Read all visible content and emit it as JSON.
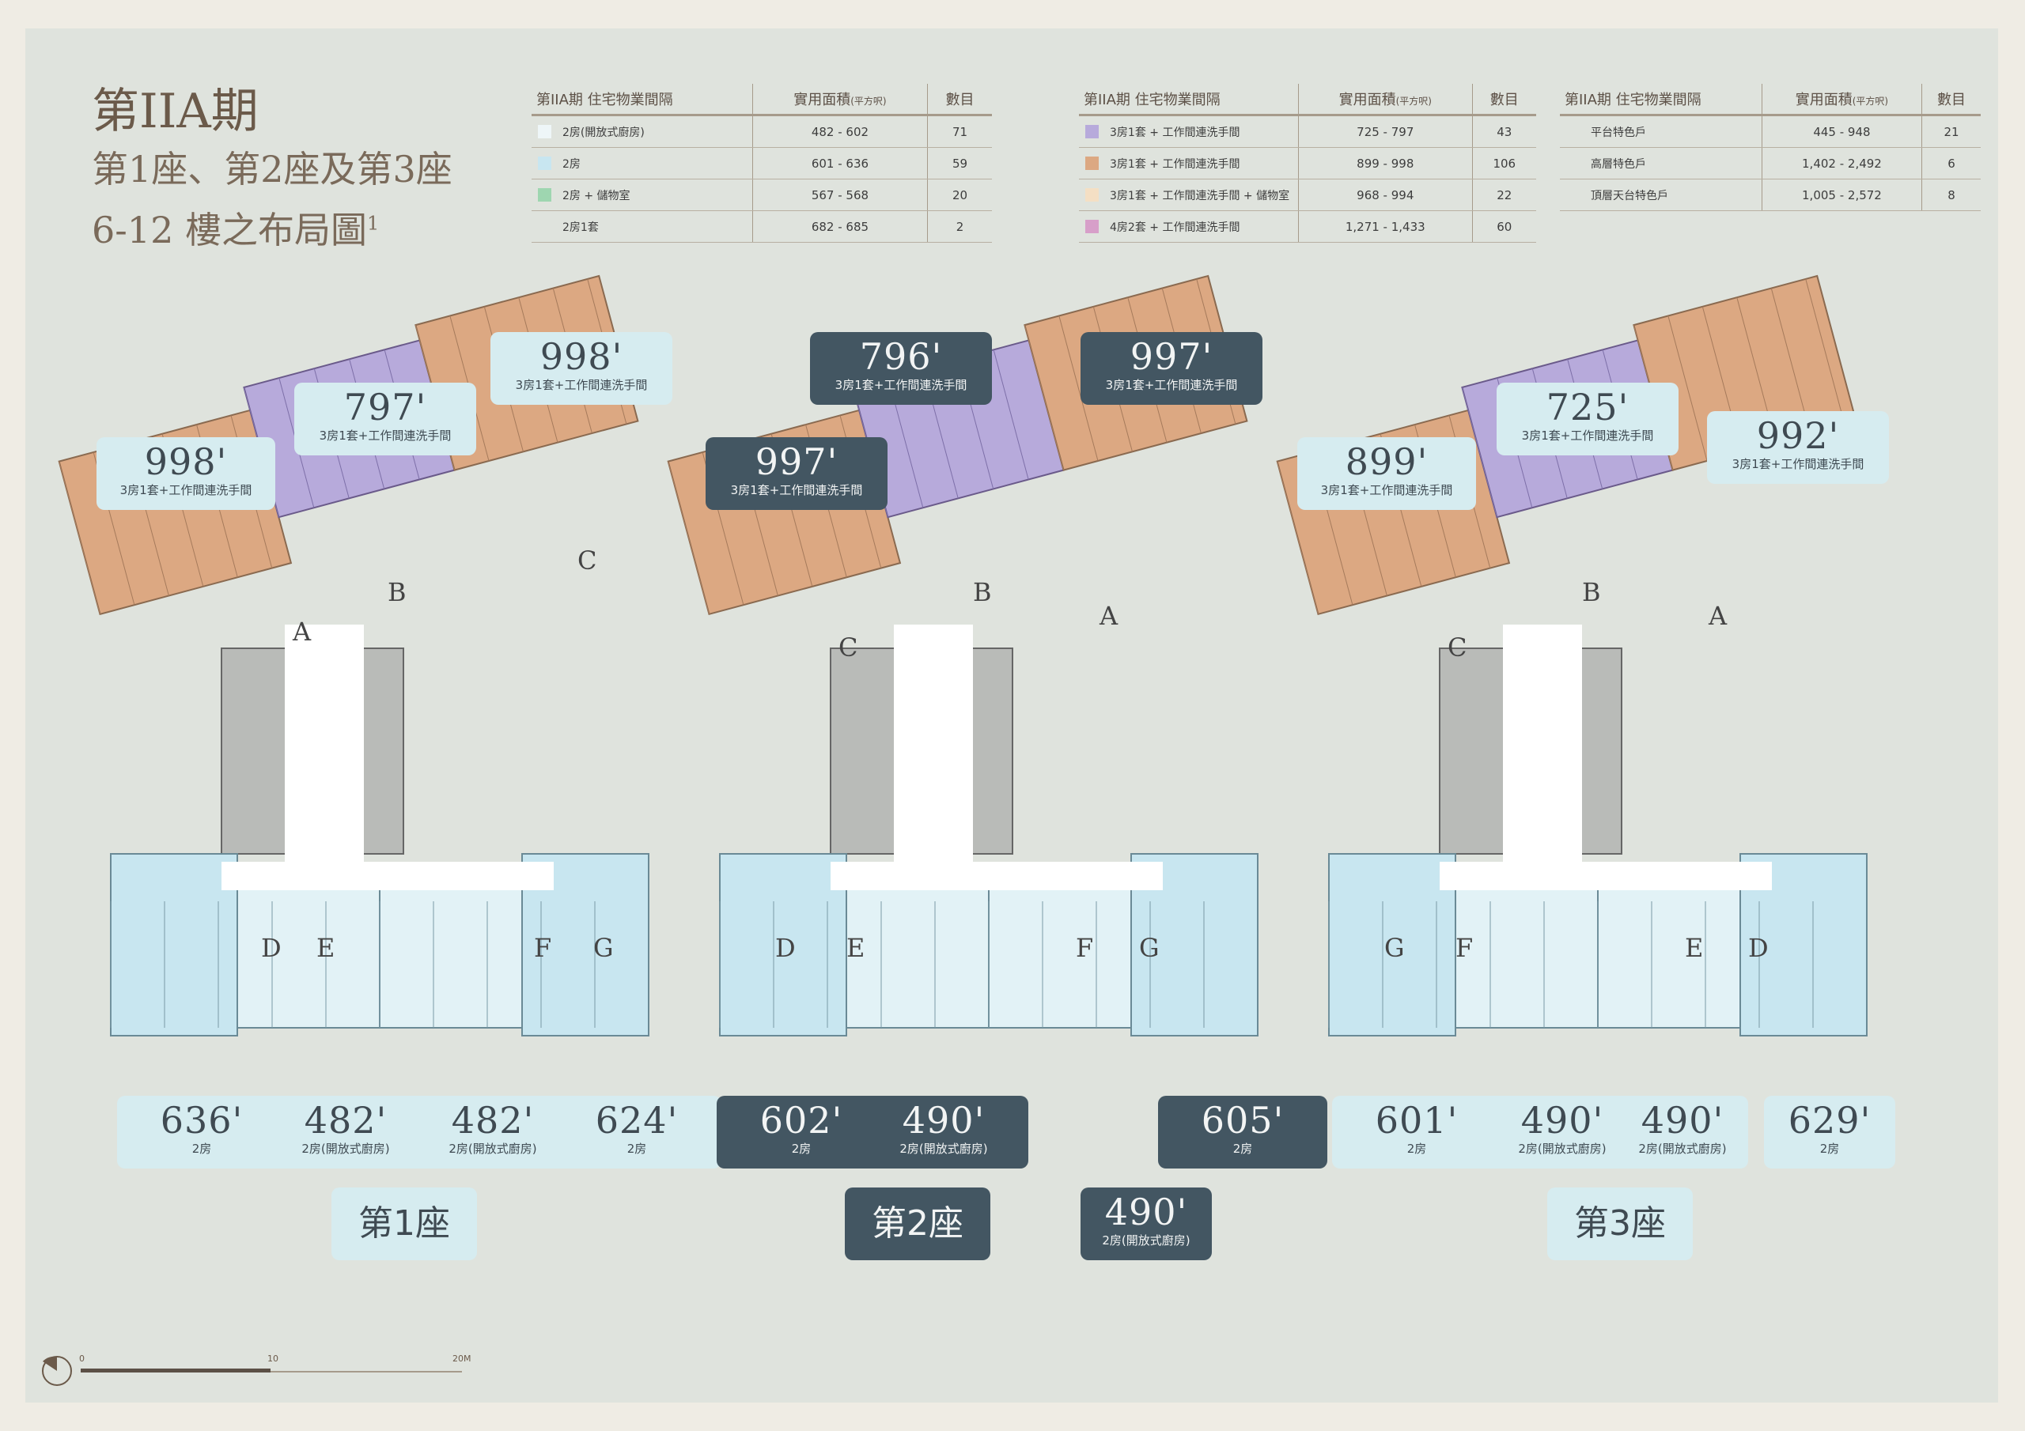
{
  "title": {
    "line1": "第IIA期",
    "line2": "第1座、第2座及第3座",
    "line3": "6-12 樓之布局圖",
    "footnote": "1"
  },
  "colors": {
    "orange": "#dca882",
    "purple": "#b7aadb",
    "light_blue": "#c8e6f0",
    "lightest_blue": "#e2f2f6",
    "green": "#9ed6b0",
    "cream": "#f4dfc4",
    "pink": "#d79fc9",
    "dark_label": "#435662"
  },
  "tables": [
    {
      "headers": [
        "第IIA期 住宅物業間隔",
        "實用面積",
        "(平方呎)",
        "數目"
      ],
      "rows": [
        {
          "color": "#eef6f8",
          "layout": "2房(開放式廚房)",
          "area": "482 - 602",
          "count": "71"
        },
        {
          "color": "#c8e6f0",
          "layout": "2房",
          "area": "601 - 636",
          "count": "59"
        },
        {
          "color": "#9ed6b0",
          "layout": "2房 + 儲物室",
          "area": "567 - 568",
          "count": "20"
        },
        {
          "color": "",
          "layout": "2房1套",
          "area": "682 - 685",
          "count": "2"
        }
      ]
    },
    {
      "headers": [
        "第IIA期 住宅物業間隔",
        "實用面積",
        "(平方呎)",
        "數目"
      ],
      "rows": [
        {
          "color": "#b7aadb",
          "layout": "3房1套 + 工作間連洗手間",
          "area": "725 - 797",
          "count": "43"
        },
        {
          "color": "#dca882",
          "layout": "3房1套 + 工作間連洗手間",
          "area": "899 - 998",
          "count": "106"
        },
        {
          "color": "#f4dfc4",
          "layout": "3房1套 + 工作間連洗手間 + 儲物室",
          "area": "968 - 994",
          "count": "22"
        },
        {
          "color": "#d79fc9",
          "layout": "4房2套 + 工作間連洗手間",
          "area": "1,271 - 1,433",
          "count": "60"
        }
      ]
    },
    {
      "headers": [
        "第IIA期 住宅物業間隔",
        "實用面積",
        "(平方呎)",
        "數目"
      ],
      "rows": [
        {
          "color": "",
          "layout": "平台特色戶",
          "area": "445 - 948",
          "count": "21"
        },
        {
          "color": "",
          "layout": "高層特色戶",
          "area": "1,402 - 2,492",
          "count": "6"
        },
        {
          "color": "",
          "layout": "頂層天台特色戶",
          "area": "1,005 - 2,572",
          "count": "8"
        }
      ]
    }
  ],
  "buildings": [
    {
      "block_label": "第1座",
      "unit_letters": [
        "A",
        "B",
        "C",
        "D",
        "E",
        "F",
        "G"
      ],
      "labels": [
        {
          "num": "998'",
          "desc": "3房1套+工作間連洗手間"
        },
        {
          "num": "797'",
          "desc": "3房1套+工作間連洗手間"
        },
        {
          "num": "998'",
          "desc": "3房1套+工作間連洗手間"
        },
        {
          "num": "636'",
          "desc": "2房"
        },
        {
          "num": "482'",
          "desc": "2房(開放式廚房)"
        },
        {
          "num": "482'",
          "desc": "2房(開放式廚房)"
        },
        {
          "num": "624'",
          "desc": "2房"
        }
      ]
    },
    {
      "block_label": "第2座",
      "unit_letters": [
        "C",
        "B",
        "A",
        "D",
        "E",
        "F",
        "G"
      ],
      "labels": [
        {
          "num": "997'",
          "desc": "3房1套+工作間連洗手間"
        },
        {
          "num": "796'",
          "desc": "3房1套+工作間連洗手間"
        },
        {
          "num": "997'",
          "desc": "3房1套+工作間連洗手間"
        },
        {
          "num": "602'",
          "desc": "2房"
        },
        {
          "num": "490'",
          "desc": "2房(開放式廚房)"
        },
        {
          "num": "605'",
          "desc": "2房"
        },
        {
          "num": "490'",
          "desc": "2房(開放式廚房)"
        }
      ]
    },
    {
      "block_label": "第3座",
      "unit_letters": [
        "C",
        "B",
        "A",
        "G",
        "F",
        "E",
        "D"
      ],
      "labels": [
        {
          "num": "899'",
          "desc": "3房1套+工作間連洗手間"
        },
        {
          "num": "725'",
          "desc": "3房1套+工作間連洗手間"
        },
        {
          "num": "992'",
          "desc": "3房1套+工作間連洗手間"
        },
        {
          "num": "601'",
          "desc": "2房"
        },
        {
          "num": "490'",
          "desc": "2房(開放式廚房)"
        },
        {
          "num": "490'",
          "desc": "2房(開放式廚房)"
        },
        {
          "num": "629'",
          "desc": "2房"
        }
      ]
    }
  ],
  "scale_bar": {
    "ticks": [
      "0",
      "10",
      "20M"
    ]
  },
  "compass": {
    "icon": "north-compass-icon"
  }
}
